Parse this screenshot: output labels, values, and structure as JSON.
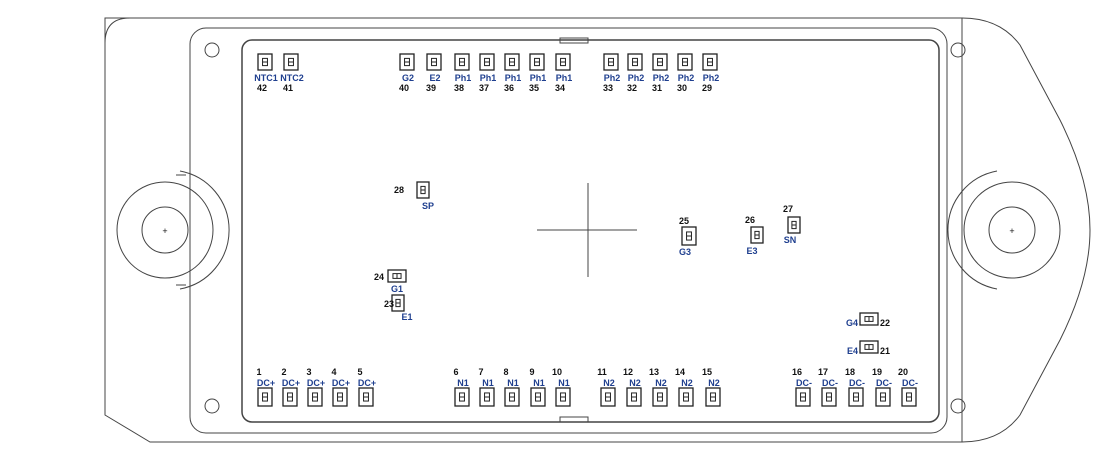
{
  "colors": {
    "outline": "#444444",
    "label": "#1f3f8f",
    "number": "#111111"
  },
  "diagram": {
    "top_pins": [
      {
        "name": "NTC1",
        "num": "42"
      },
      {
        "name": "NTC2",
        "num": "41"
      },
      {
        "name": "G2",
        "num": "40"
      },
      {
        "name": "E2",
        "num": "39"
      },
      {
        "name": "Ph1",
        "num": "38"
      },
      {
        "name": "Ph1",
        "num": "37"
      },
      {
        "name": "Ph1",
        "num": "36"
      },
      {
        "name": "Ph1",
        "num": "35"
      },
      {
        "name": "Ph1",
        "num": "34"
      },
      {
        "name": "Ph2",
        "num": "33"
      },
      {
        "name": "Ph2",
        "num": "32"
      },
      {
        "name": "Ph2",
        "num": "31"
      },
      {
        "name": "Ph2",
        "num": "30"
      },
      {
        "name": "Ph2",
        "num": "29"
      }
    ],
    "bottom_pins": [
      {
        "name": "DC+",
        "num": "1"
      },
      {
        "name": "DC+",
        "num": "2"
      },
      {
        "name": "DC+",
        "num": "3"
      },
      {
        "name": "DC+",
        "num": "4"
      },
      {
        "name": "DC+",
        "num": "5"
      },
      {
        "name": "N1",
        "num": "6"
      },
      {
        "name": "N1",
        "num": "7"
      },
      {
        "name": "N1",
        "num": "8"
      },
      {
        "name": "N1",
        "num": "9"
      },
      {
        "name": "N1",
        "num": "10"
      },
      {
        "name": "N2",
        "num": "11"
      },
      {
        "name": "N2",
        "num": "12"
      },
      {
        "name": "N2",
        "num": "13"
      },
      {
        "name": "N2",
        "num": "14"
      },
      {
        "name": "N2",
        "num": "15"
      },
      {
        "name": "DC-",
        "num": "16"
      },
      {
        "name": "DC-",
        "num": "17"
      },
      {
        "name": "DC-",
        "num": "18"
      },
      {
        "name": "DC-",
        "num": "19"
      },
      {
        "name": "DC-",
        "num": "20"
      }
    ],
    "inner_pins": [
      {
        "name": "SP",
        "num": "28"
      },
      {
        "name": "G3",
        "num": "25"
      },
      {
        "name": "E3",
        "num": "26"
      },
      {
        "name": "SN",
        "num": "27"
      },
      {
        "name": "G1",
        "num": "24"
      },
      {
        "name": "E1",
        "num": "23"
      },
      {
        "name": "G4",
        "num": "22"
      },
      {
        "name": "E4",
        "num": "21"
      }
    ],
    "center_symbol": "+"
  }
}
